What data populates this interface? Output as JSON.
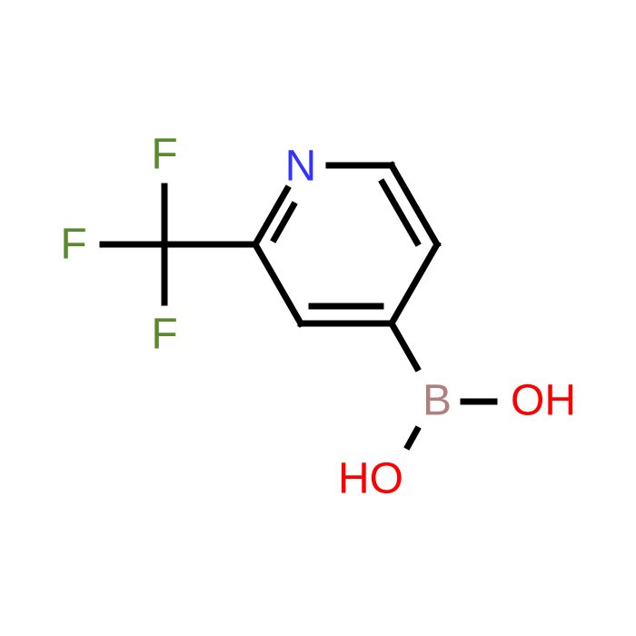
{
  "molecule": {
    "atoms": {
      "n": {
        "symbol": "N",
        "color": "#3333ff"
      },
      "f_top": {
        "symbol": "F",
        "color": "#5b8a2e"
      },
      "f_left": {
        "symbol": "F",
        "color": "#5b8a2e"
      },
      "f_bottom": {
        "symbol": "F",
        "color": "#5b8a2e"
      },
      "b": {
        "symbol": "B",
        "color": "#b08080"
      },
      "oh_right": {
        "symbol": "OH",
        "color": "#ff0000"
      },
      "oh_bottom": {
        "symbol": "HO",
        "color": "#ff0000"
      }
    },
    "bond_color": "#000000"
  }
}
